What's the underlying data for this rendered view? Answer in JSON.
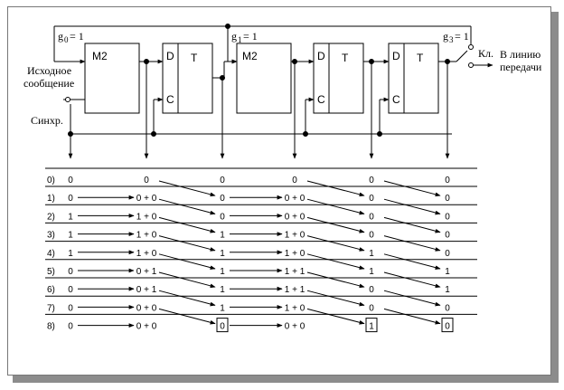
{
  "labels": {
    "g0": "g",
    "g0_sub": "0",
    "g0_val": "= 1",
    "g1": "g",
    "g1_sub": "1",
    "g1_val": "= 1",
    "g3": "g",
    "g3_sub": "3",
    "g3_val": "= 1",
    "key": "Кл.",
    "output_line1": "В линию",
    "output_line2": "передачи",
    "source_line1": "Исходное",
    "source_line2": "сообщение",
    "sync": "Синхр."
  },
  "blocks": {
    "m2": "M2",
    "d": "D",
    "c": "C",
    "t": "T"
  },
  "table": {
    "rows": [
      {
        "label": "0)",
        "cells": [
          "0",
          "0",
          "0",
          "0",
          "0",
          "0"
        ]
      },
      {
        "label": "1)",
        "cells": [
          "0",
          "0 + 0",
          "0",
          "0 + 0",
          "0",
          "0"
        ]
      },
      {
        "label": "2)",
        "cells": [
          "1",
          "1 + 0",
          "0",
          "0 + 0",
          "0",
          "0"
        ]
      },
      {
        "label": "3)",
        "cells": [
          "1",
          "1 + 0",
          "1",
          "1 + 0",
          "0",
          "0"
        ]
      },
      {
        "label": "4)",
        "cells": [
          "1",
          "1 + 0",
          "1",
          "1 + 0",
          "1",
          "0"
        ]
      },
      {
        "label": "5)",
        "cells": [
          "0",
          "0 + 1",
          "1",
          "1 + 1",
          "1",
          "1"
        ]
      },
      {
        "label": "6)",
        "cells": [
          "0",
          "0 + 1",
          "1",
          "1 + 1",
          "0",
          "1"
        ]
      },
      {
        "label": "7)",
        "cells": [
          "0",
          "0 + 0",
          "1",
          "1 + 0",
          "0",
          "0"
        ]
      },
      {
        "label": "8)",
        "cells": [
          "0",
          "0 + 0",
          "0",
          "0 + 0",
          "1",
          "0"
        ]
      }
    ]
  }
}
